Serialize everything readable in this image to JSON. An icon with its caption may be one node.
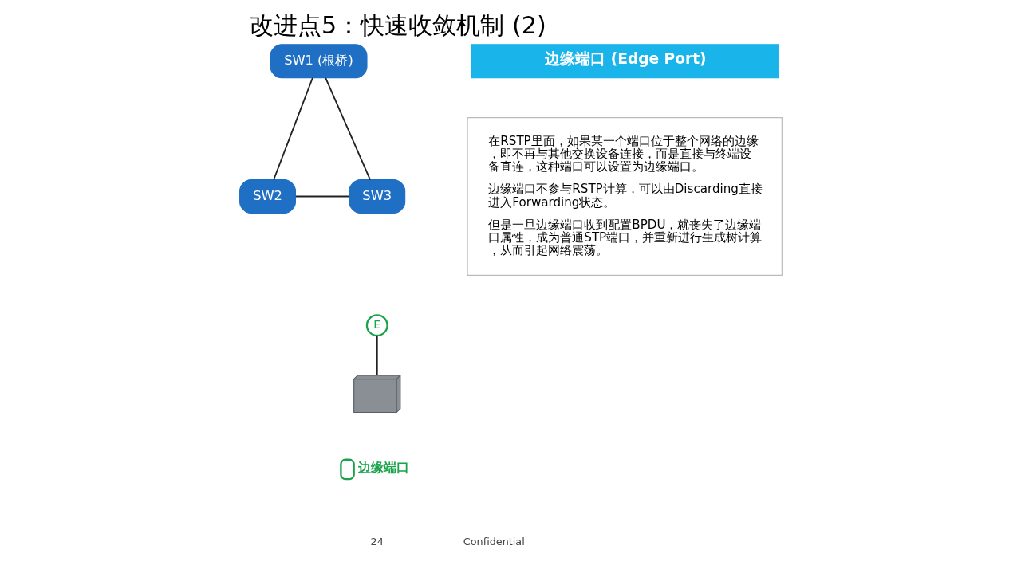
{
  "diagram": {
    "title": "改进点5：快速收敛机制 (2)",
    "nodes": [
      {
        "text": [
          "SW1 (根桥)"
        ]
      },
      {
        "text": [
          "SW2"
        ]
      },
      {
        "text": [
          "SW3"
        ]
      },
      {
        "text": [
          "E"
        ]
      },
      {
        "text": [],
        "shape": "computer"
      },
      {
        "text": [
          "边缘端口 (Edge Port)"
        ]
      },
      {
        "text": [
          "在RSTP里面，如果某一个端口位于整个网络的边缘，即不再与其他交换设备连接，而是直接与终端设备直连，这种端口可以设置为边缘端口。",
          "边缘端口不参与RSTP计算，可以由Discarding直接进入Forwarding状态。",
          "但是一旦边缘端口收到配置BPDU，就丧失了边缘端口属性，成为普通STP端口，并重新进行生成树计算，从而引起网络震荡。"
        ]
      }
    ],
    "edges": [
      {
        "from": 0,
        "to": 1,
        "arrow": "none"
      },
      {
        "from": 0,
        "to": 2,
        "arrow": "none"
      },
      {
        "from": 1,
        "to": 2,
        "arrow": "none"
      },
      {
        "from": 3,
        "to": 4,
        "arrow": "none"
      }
    ],
    "labels": [
      "24",
      "Confidential"
    ],
    "legend": [
      {
        "text": "边缘端口"
      }
    ]
  }
}
